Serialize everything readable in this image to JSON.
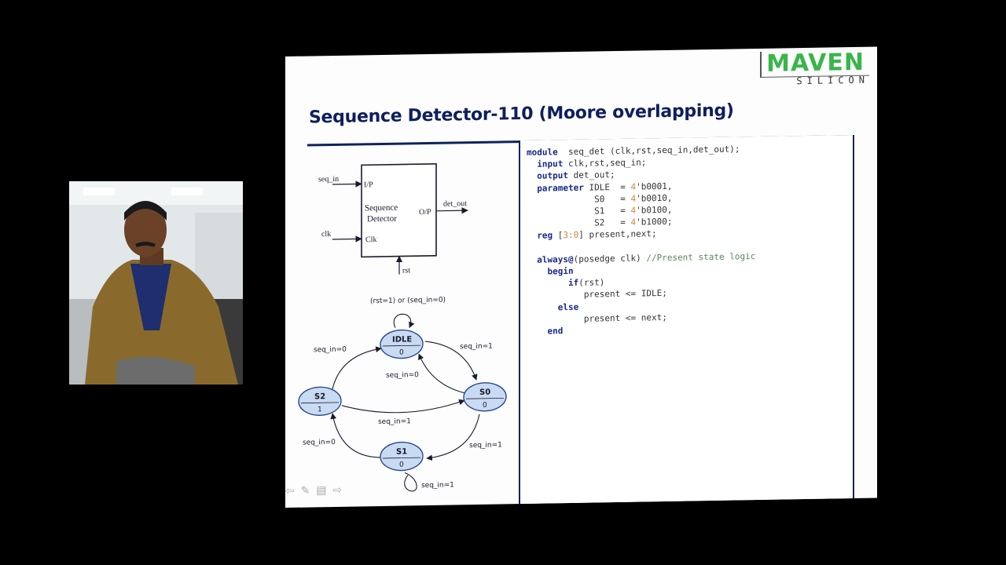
{
  "slide": {
    "title": "Sequence Detector-110 (Moore overlapping)",
    "logo": {
      "main": "MAVEN",
      "sub": "SILICON"
    }
  },
  "block": {
    "input_seq": "seq_in",
    "input_clk": "clk",
    "port_ip": "I/P",
    "port_clk": "Clk",
    "port_op": "O/P",
    "label_line1": "Sequence",
    "label_line2": "Detector",
    "output": "det_out",
    "reset": "rst"
  },
  "fsm": {
    "idle_name": "IDLE",
    "idle_out": "0",
    "s0_name": "S0",
    "s0_out": "0",
    "s1_name": "S1",
    "s1_out": "0",
    "s2_name": "S2",
    "s2_out": "1",
    "idle_self": "(rst=1) or (seq_in=0)",
    "idle_to_s0": "seq_in=1",
    "s0_to_idle": "seq_in=0",
    "s2_to_idle": "seq_in=0",
    "s2_to_s0": "seq_in=1",
    "s0_to_s1": "seq_in=1",
    "s1_to_s2": "seq_in=0",
    "s1_self": "seq_in=1"
  },
  "code": {
    "l1_kw": "module",
    "l1_rest": "  seq_det (clk,rst,seq_in,det_out);",
    "l2_kw": "input",
    "l2_rest": " clk,rst,seq_in;",
    "l3_kw": "output",
    "l3_rest": " det_out;",
    "l4_kw": "parameter",
    "l4_a": " IDLE  = ",
    "l4_n": "4",
    "l4_b": "'b0001,",
    "l5_a": "           S0   = ",
    "l5_n": "4",
    "l5_b": "'b0010,",
    "l6_a": "           S1   = ",
    "l6_n": "4",
    "l6_b": "'b0100,",
    "l7_a": "           S2   = ",
    "l7_n": "4",
    "l7_b": "'b1000;",
    "l8_kw": "reg",
    "l8_a": " [",
    "l8_n": "3:0",
    "l8_b": "] present,next;",
    "l10_kw": "always@",
    "l10_rest": "(posedge clk) ",
    "l10_cmt": "//Present state logic",
    "l11_kw": "begin",
    "l12_kw": "if",
    "l12_rest": "(rst)",
    "l13_rest": "present <= IDLE;",
    "l14_kw": "else",
    "l15_rest": "present <= next;",
    "l16_kw": "end"
  },
  "colors": {
    "title": "#0e1e5e",
    "rule": "#0f2260",
    "logo": "#39b54a",
    "state_fill": "#c9daf3",
    "state_stroke": "#274a8c"
  },
  "icons": [
    "back-arrow-icon",
    "pen-icon",
    "menu-icon",
    "forward-arrow-icon"
  ]
}
